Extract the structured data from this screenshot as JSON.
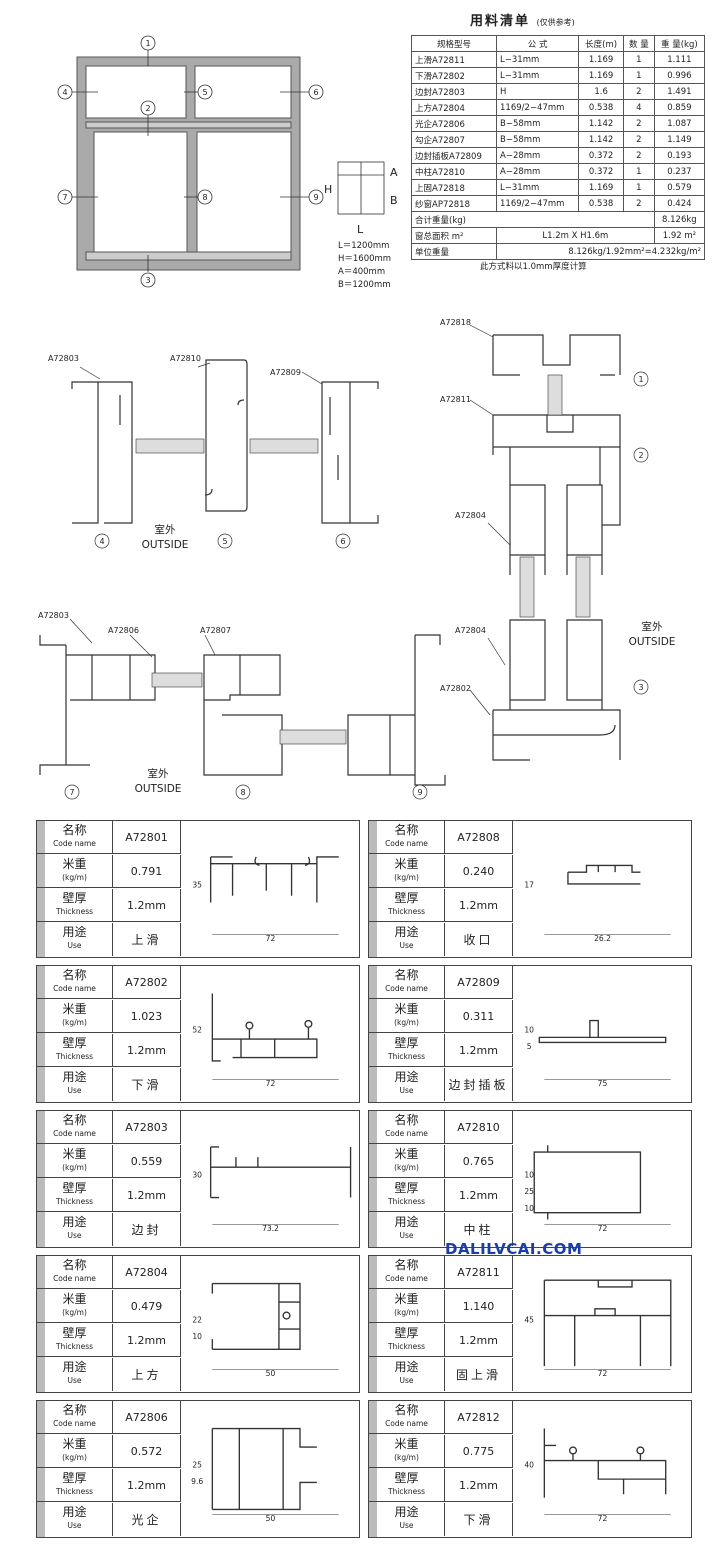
{
  "frame_diagram": {
    "callouts": [
      "1",
      "2",
      "3",
      "4",
      "5",
      "6",
      "7",
      "8",
      "9"
    ],
    "legend_labels": {
      "h": "H",
      "l": "L",
      "a": "A",
      "b": "B"
    },
    "dims": [
      "L＝1200mm",
      "H＝1600mm",
      "A＝400mm",
      "B＝1200mm"
    ]
  },
  "material_list": {
    "title": "用料清单",
    "subtitle": "(仅供参考)",
    "headers": [
      "规格型号",
      "公  式",
      "长度(m)",
      "数  量",
      "重  量(kg)"
    ],
    "rows": [
      [
        "上滑A72811",
        "L−31mm",
        "1.169",
        "1",
        "1.111"
      ],
      [
        "下滑A72802",
        "L−31mm",
        "1.169",
        "1",
        "0.996"
      ],
      [
        "边封A72803",
        "H",
        "1.6",
        "2",
        "1.491"
      ],
      [
        "上方A72804",
        "1169/2−47mm",
        "0.538",
        "4",
        "0.859"
      ],
      [
        "光企A72806",
        "B−58mm",
        "1.142",
        "2",
        "1.087"
      ],
      [
        "勾企A72807",
        "B−58mm",
        "1.142",
        "2",
        "1.149"
      ],
      [
        "边封插板A72809",
        "A−28mm",
        "0.372",
        "2",
        "0.193"
      ],
      [
        "中柱A72810",
        "A−28mm",
        "0.372",
        "1",
        "0.237"
      ],
      [
        "上固A72818",
        "L−31mm",
        "1.169",
        "1",
        "0.579"
      ],
      [
        "纱窗AP72818",
        "1169/2−47mm",
        "0.538",
        "2",
        "0.424"
      ]
    ],
    "total_weight": {
      "label": "合计重量(kg)",
      "value": "8.126kg"
    },
    "window_area": {
      "label": "窗总面积 m²",
      "formula": "L1.2m  X  H1.6m",
      "value": "1.92 m²"
    },
    "unit_weight": {
      "label": "单位重量",
      "value": "8.126kg/1.92mm²=4.232kg/m²"
    },
    "note": "此方式料以1.0mm厚度计算"
  },
  "sections": {
    "labels": [
      "A72803",
      "A72810",
      "A72809",
      "A72818",
      "A72811",
      "A72804",
      "A72804",
      "A72802",
      "A72803",
      "A72806",
      "A72807"
    ],
    "outside_cn": "室外",
    "outside_en": "OUTSIDE"
  },
  "card_labels": {
    "name_cn": "名称",
    "name_en": "Code name",
    "weight_cn": "米重",
    "weight_en": "(kg/m)",
    "thick_cn": "壁厚",
    "thick_en": "Thickness",
    "use_cn": "用途",
    "use_en": "Use"
  },
  "profiles": [
    {
      "code": "A72801",
      "weight": "0.791",
      "thickness": "1.2mm",
      "use": "上滑",
      "dims": [
        "35",
        "72"
      ]
    },
    {
      "code": "A72808",
      "weight": "0.240",
      "thickness": "1.2mm",
      "use": "收口",
      "dims": [
        "17",
        "26.2"
      ]
    },
    {
      "code": "A72802",
      "weight": "1.023",
      "thickness": "1.2mm",
      "use": "下滑",
      "dims": [
        "52",
        "72"
      ]
    },
    {
      "code": "A72809",
      "weight": "0.311",
      "thickness": "1.2mm",
      "use": "边封插板",
      "dims": [
        "10",
        "5",
        "75"
      ]
    },
    {
      "code": "A72803",
      "weight": "0.559",
      "thickness": "1.2mm",
      "use": "边封",
      "dims": [
        "30",
        "73.2"
      ]
    },
    {
      "code": "A72810",
      "weight": "0.765",
      "thickness": "1.2mm",
      "use": "中柱",
      "dims": [
        "10",
        "25",
        "10",
        "72"
      ]
    },
    {
      "code": "A72804",
      "weight": "0.479",
      "thickness": "1.2mm",
      "use": "上方",
      "dims": [
        "22",
        "10",
        "50"
      ]
    },
    {
      "code": "A72811",
      "weight": "1.140",
      "thickness": "1.2mm",
      "use": "固上滑",
      "dims": [
        "45",
        "72"
      ]
    },
    {
      "code": "A72806",
      "weight": "0.572",
      "thickness": "1.2mm",
      "use": "光企",
      "dims": [
        "25",
        "9.6",
        "50"
      ]
    },
    {
      "code": "A72812",
      "weight": "0.775",
      "thickness": "1.2mm",
      "use": "下滑",
      "dims": [
        "40",
        "72"
      ]
    }
  ],
  "watermark": "DALILVCAI.COM"
}
